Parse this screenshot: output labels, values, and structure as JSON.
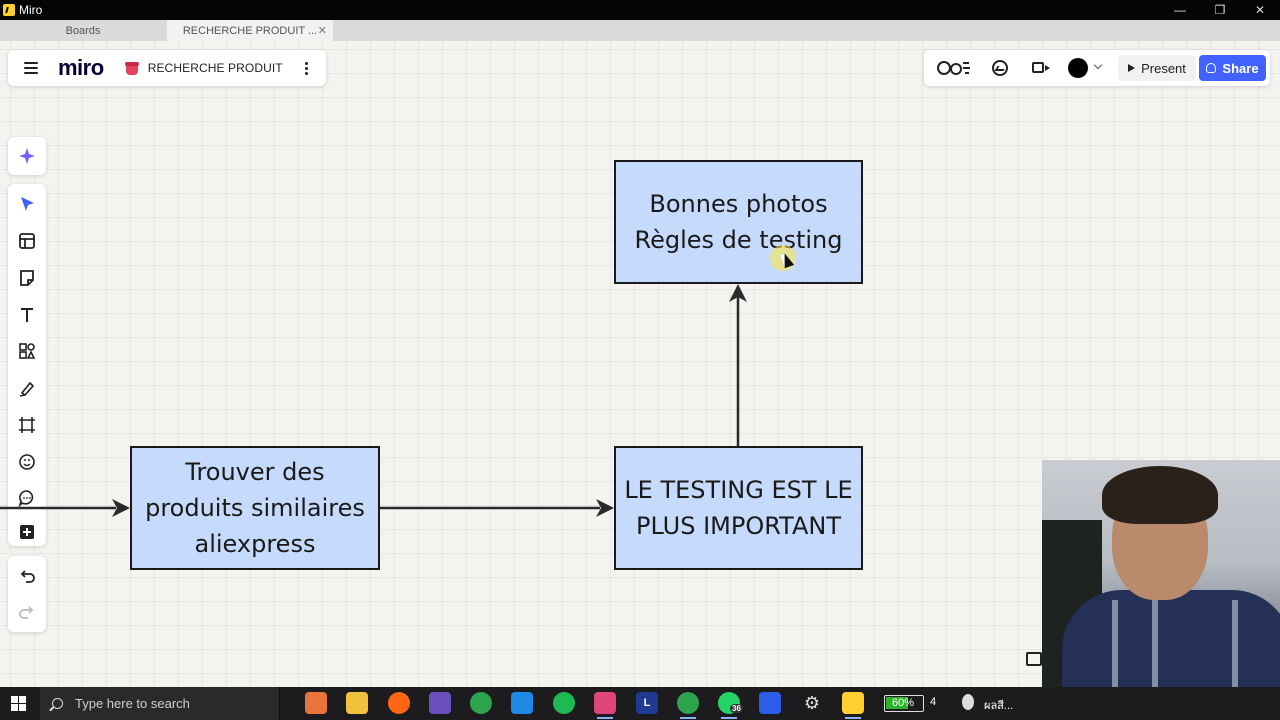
{
  "window": {
    "title": "Miro",
    "controls": [
      "—",
      "❐",
      "✕"
    ]
  },
  "tabs": [
    {
      "label": "Boards"
    },
    {
      "label": "RECHERCHE PRODUIT ...",
      "close": "✕"
    }
  ],
  "board_panel": {
    "logo": "miro",
    "board_name": "RECHERCHE PRODUIT"
  },
  "collab_panel": {
    "present_label": "Present",
    "share_label": "Share"
  },
  "toolbar": {
    "icons": [
      "sparkle-icon",
      "select-cursor-icon",
      "templates-icon",
      "sticky-note-icon",
      "text-icon",
      "shapes-icon",
      "pen-icon",
      "frame-icon",
      "emoji-icon",
      "comment-icon",
      "add-icon",
      "undo-icon",
      "redo-icon"
    ]
  },
  "canvas": {
    "shapes": [
      {
        "id": "top",
        "lines": [
          "Bonnes photos",
          "Règles de testing"
        ]
      },
      {
        "id": "left",
        "lines": [
          "Trouver des",
          "produits similaires",
          "aliexpress"
        ]
      },
      {
        "id": "right",
        "lines": [
          "LE TESTING EST LE",
          "PLUS IMPORTANT"
        ]
      }
    ],
    "shape_fill": "#c6dafc",
    "accent": "#4262ff"
  },
  "taskbar": {
    "search_placeholder": "Type here to search",
    "whatsapp_badge": "36",
    "battery_percent": "60%",
    "battery_suffix": "4",
    "tray_text": "ผลสี..."
  }
}
